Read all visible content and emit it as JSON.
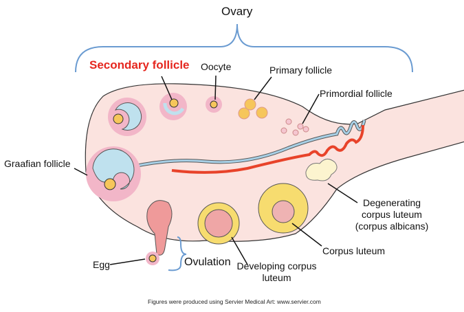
{
  "title": "Ovary",
  "labels": {
    "secondary_follicle": "Secondary follicle",
    "oocyte": "Oocyte",
    "primary_follicle": "Primary follicle",
    "primordial_follicle": "Primordial follicle",
    "graafian_follicle": "Graafian follicle",
    "degenerating_1": "Degenerating",
    "degenerating_2": "corpus luteum",
    "degenerating_3": "(corpus albicans)",
    "corpus_luteum": "Corpus luteum",
    "egg": "Egg",
    "ovulation": "Ovulation",
    "developing_1": "Developing corpus",
    "developing_2": "luteum"
  },
  "credit": "Figures were produced using Servier Medical Art: www.servier.com",
  "colors": {
    "highlight": "#e5261e",
    "brace": "#6a9bd1",
    "ovary": "#fbe3df",
    "vein": "#a8d0e6",
    "artery": "#e8432a",
    "luteum": "#f7dc6f"
  }
}
